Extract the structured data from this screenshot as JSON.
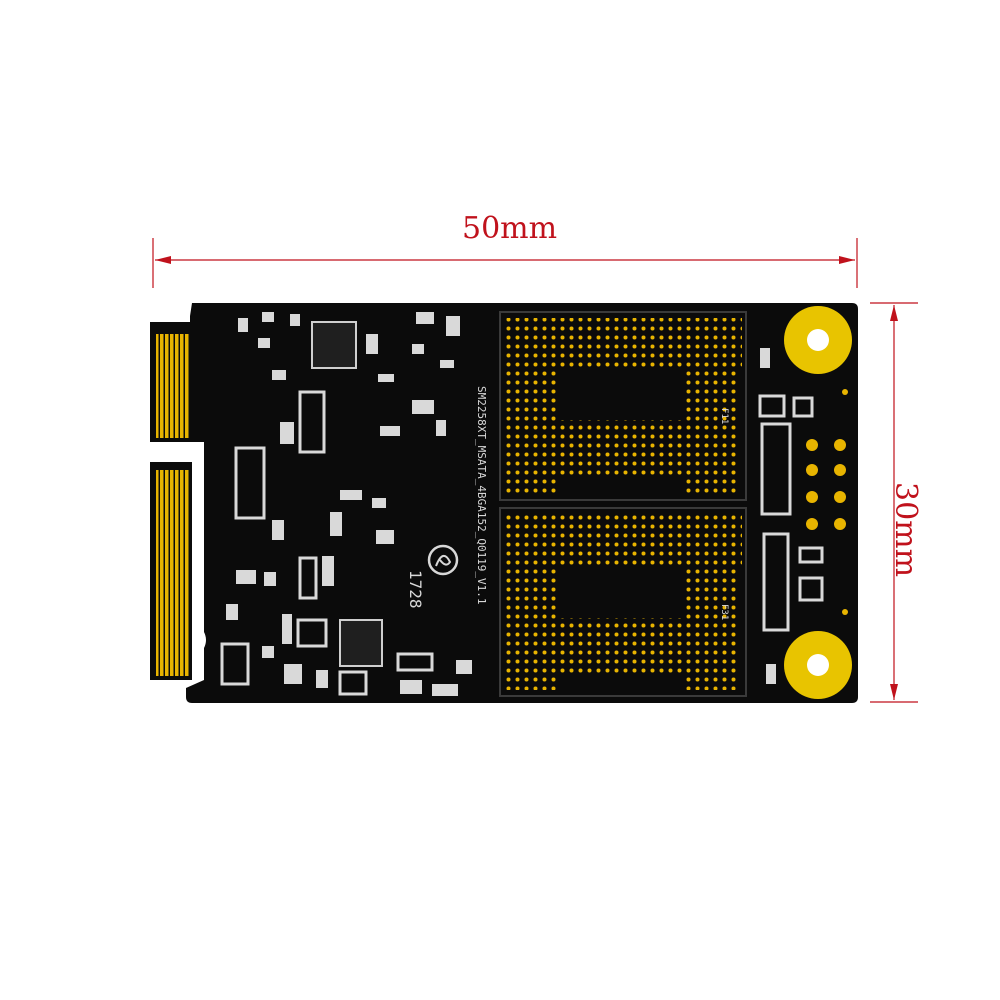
{
  "dimensions": {
    "width_label": "50mm",
    "height_label": "30mm",
    "line_color": "#c0121c"
  },
  "board": {
    "board_label": "SM2258XT_MSATA_4BGA152_Q0119_V1.1",
    "date_code": "1728",
    "chip_label_top": "F11",
    "chip_label_bottom": "F31",
    "pcb_color": "#0a0a0a",
    "contact_color": "#e8b400"
  }
}
